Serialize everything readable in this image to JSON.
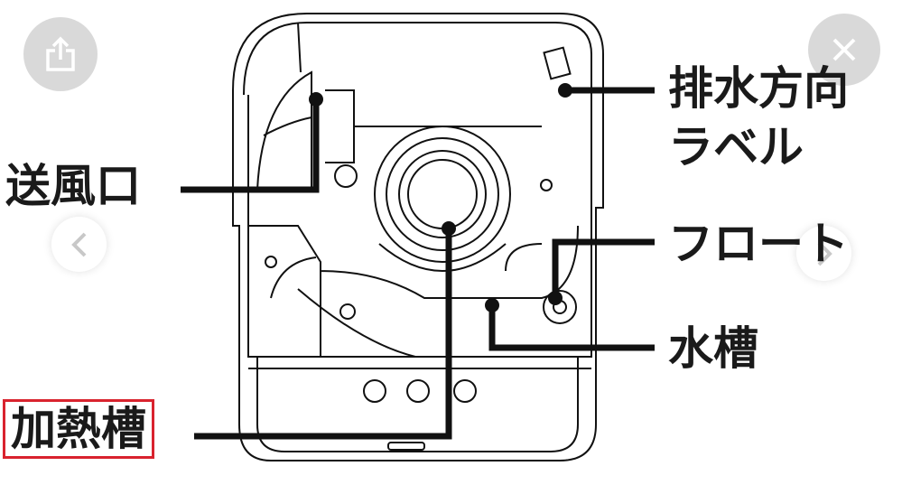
{
  "viewer": {
    "share_icon": "share-icon",
    "close_icon": "close-icon",
    "prev_icon": "chevron-left-icon",
    "next_icon": "chevron-right-icon"
  },
  "diagram": {
    "labels": {
      "air_outlet": "送風口",
      "drain_label_line1": "排水方向",
      "drain_label_line2": "ラベル",
      "float": "フロート",
      "water_tank": "水槽",
      "heating_tank": "加熱槽"
    },
    "highlight_color": "#d9232e"
  }
}
